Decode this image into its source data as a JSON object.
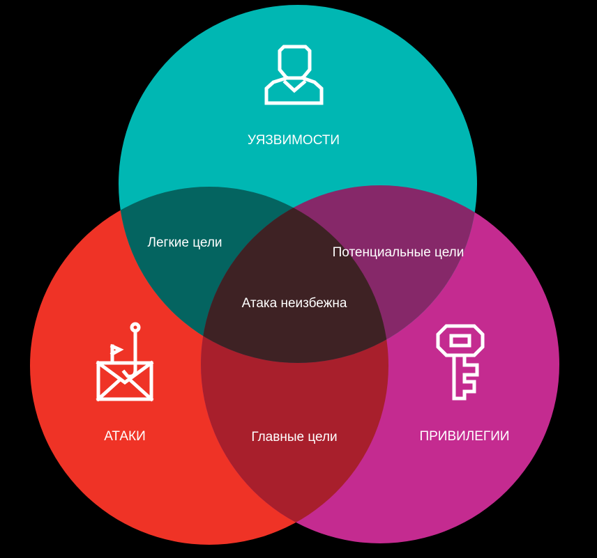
{
  "background": "#000000",
  "circles": {
    "top": {
      "label": "УЯЗВИМОСТИ",
      "color": "#00b7b3",
      "icon": "user-icon"
    },
    "left": {
      "label": "АТАКИ",
      "color": "#ef3326",
      "icon": "phishing-envelope-icon"
    },
    "right": {
      "label": "ПРИВИЛЕГИИ",
      "color": "#c42b90",
      "icon": "key-icon"
    }
  },
  "overlaps": {
    "top_left": {
      "label": "Легкие цели",
      "color": "#046460"
    },
    "top_right": {
      "label": "Потенциальные цели",
      "color": "#862869"
    },
    "left_right": {
      "label": "Главные цели",
      "color": "#a81f2c"
    },
    "center": {
      "label": "Атака неизбежна",
      "color": "#3e2224"
    }
  }
}
